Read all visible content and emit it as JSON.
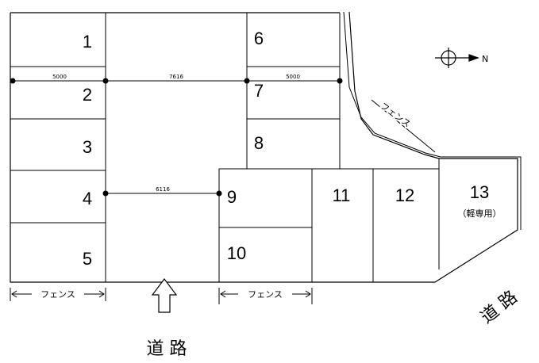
{
  "lots": [
    {
      "number": "1"
    },
    {
      "number": "2"
    },
    {
      "number": "3"
    },
    {
      "number": "4"
    },
    {
      "number": "5"
    },
    {
      "number": "6"
    },
    {
      "number": "7"
    },
    {
      "number": "8"
    },
    {
      "number": "9"
    },
    {
      "number": "10"
    },
    {
      "number": "11"
    },
    {
      "number": "12"
    },
    {
      "number": "13"
    }
  ],
  "lot13_note": "（軽専用）",
  "dimensions": {
    "left": "5000",
    "middle": "7616",
    "right": "5000",
    "lower": "6116"
  },
  "fence_label": "フェンス",
  "fence_bottom_left": "フェンス",
  "fence_bottom_right": "フェンス",
  "road_label": "道 路",
  "road_label_right": "道 路",
  "compass": {
    "letter": "N",
    "icon": "compass-north-icon"
  },
  "colors": {
    "line": "#000000",
    "background": "#ffffff"
  }
}
